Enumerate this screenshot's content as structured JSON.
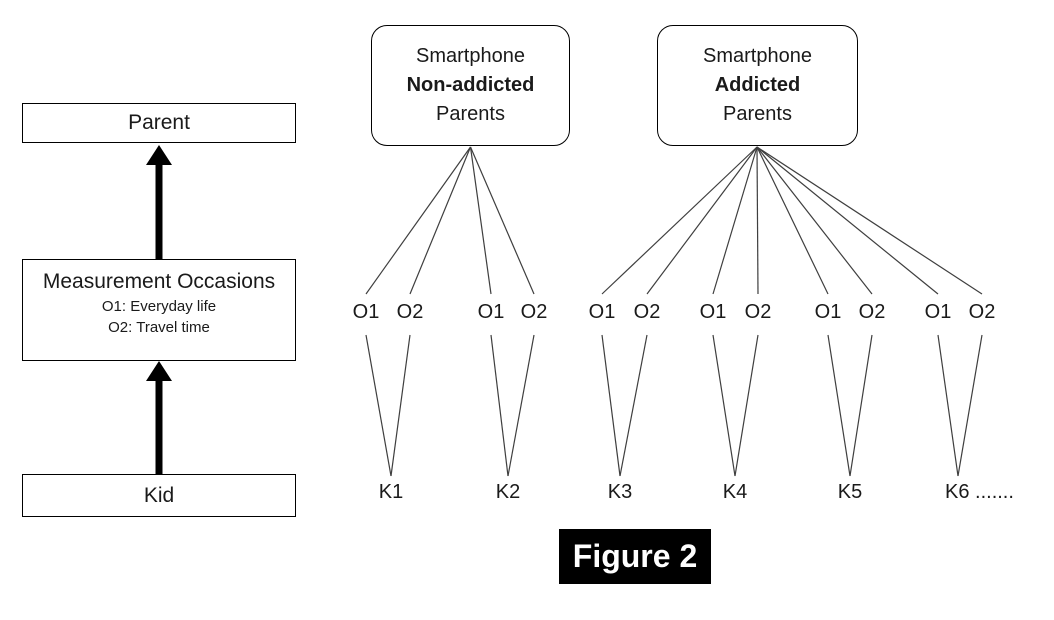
{
  "caption": "Figure 2",
  "colors": {
    "connector_line": "#3f3f3f",
    "box_border": "#000000",
    "arrow": "#000000",
    "text": "#1a1a1a",
    "caption_bg": "#000000",
    "caption_text": "#ffffff"
  },
  "left_flow": {
    "parent_label": "Parent",
    "measurement_title": "Measurement Occasions",
    "measurement_items": [
      "O1: Everyday life",
      "O2: Travel time"
    ],
    "kid_label": "Kid"
  },
  "parent_groups": [
    {
      "line1": "Smartphone",
      "line2": "Non-addicted",
      "line3": "Parents",
      "kids": [
        "K1",
        "K2"
      ]
    },
    {
      "line1": "Smartphone",
      "line2": "Addicted",
      "line3": "Parents",
      "kids": [
        "K3",
        "K4",
        "K5",
        "K6"
      ]
    }
  ],
  "occasion_labels": [
    "O1",
    "O2",
    "O1",
    "O2",
    "O1",
    "O2",
    "O1",
    "O2",
    "O1",
    "O2",
    "O1",
    "O2"
  ],
  "kid_labels": [
    "K1",
    "K2",
    "K3",
    "K4",
    "K5",
    "K6 ......."
  ]
}
